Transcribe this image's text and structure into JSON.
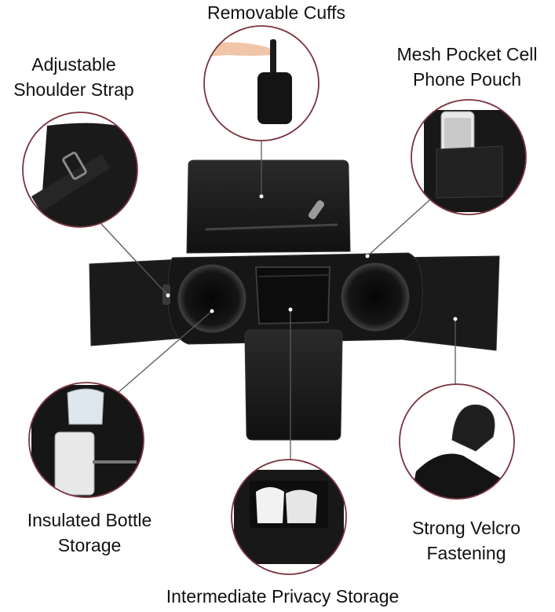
{
  "features": [
    {
      "id": "removable-cuffs",
      "lines": [
        "Removable Cuffs"
      ]
    },
    {
      "id": "adjustable-shoulder-strap",
      "lines": [
        "Adjustable",
        "Shoulder Strap"
      ]
    },
    {
      "id": "mesh-pocket-cell-phone-pouch",
      "lines": [
        "Mesh Pocket Cell",
        "Phone Pouch"
      ]
    },
    {
      "id": "insulated-bottle-storage",
      "lines": [
        "Insulated Bottle",
        "Storage"
      ]
    },
    {
      "id": "strong-velcro-fastening",
      "lines": [
        "Strong Velcro",
        "Fastening"
      ]
    },
    {
      "id": "intermediate-privacy-storage",
      "lines": [
        "Intermediate Privacy Storage"
      ]
    }
  ],
  "colors": {
    "callout_ring": "#7a3440",
    "leader_line": "#5a5a5a",
    "product_black": "#1c1c1c",
    "label_text": "#111111"
  }
}
